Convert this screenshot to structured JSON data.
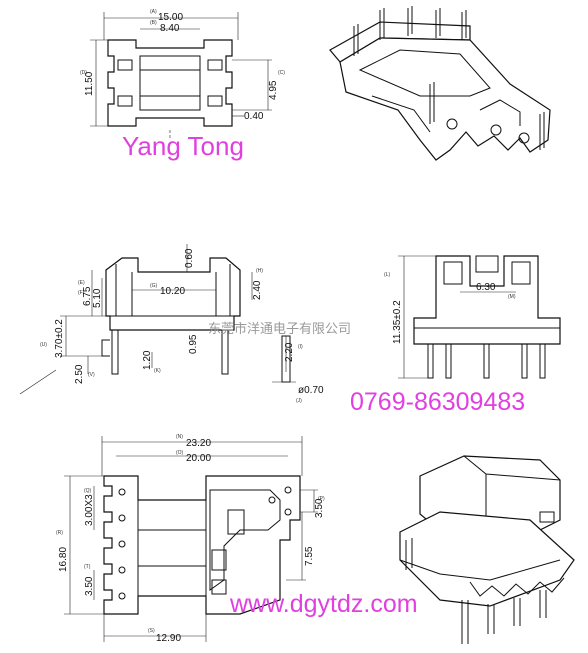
{
  "brand": {
    "name": "Yang Tong",
    "phone": "0769-86309483",
    "website": "www.dgytdz.com",
    "watermark": "东莞市洋通电子有限公司"
  },
  "accent_color": "#e040e0",
  "top_view": {
    "width_outer": "15.00",
    "width_inner": "8.40",
    "height": "11.50",
    "pin_gap": "4.95",
    "slot": "0.40",
    "label_a": "(A)",
    "label_b": "(B)",
    "label_c": "(C)",
    "label_d": "(D)"
  },
  "side_view": {
    "top_gap": "0.60",
    "inner_width": "10.20",
    "height_e": "6.75",
    "height_f": "5.10",
    "right_h": "2.40",
    "base_h": "3.70±0.2",
    "foot": "2.50",
    "pin_len": "1.20",
    "pin_off": "0.95",
    "pin_d": "2.20",
    "pin_dia": "ø0.70",
    "label_e": "(E)",
    "label_f": "(F)",
    "label_g": "(G)",
    "label_h": "(H)",
    "label_i": "(I)",
    "label_j": "(J)",
    "label_k": "(K)",
    "label_u": "(U)",
    "label_v": "(V)"
  },
  "end_view": {
    "height": "11.35±0.2",
    "width": "6.30",
    "label_l": "(L)",
    "label_m": "(M)"
  },
  "bottom_view": {
    "overall": "23.20",
    "inner": "20.00",
    "pitch": "3.00X3",
    "height": "16.80",
    "pin_space": "3.50",
    "right_pitch": "3.50",
    "right_h": "7.55",
    "bottom_w": "12.90",
    "label_n": "(N)",
    "label_o": "(O)",
    "label_p": "(P)",
    "label_q": "(Q)",
    "label_r": "(R)",
    "label_s": "(S)",
    "label_t": "(T)"
  }
}
